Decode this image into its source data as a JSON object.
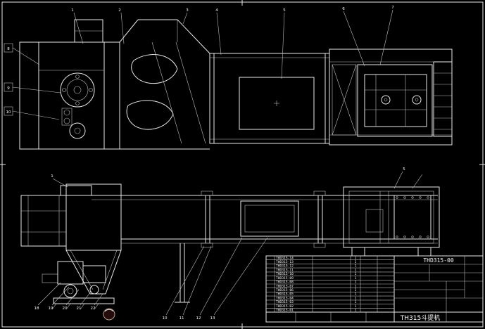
{
  "colors": {
    "background": "#000000",
    "line": "#e8e8e8",
    "dim_line": "#bdbdbd"
  },
  "title_block": {
    "drawing_number": "THD315-00",
    "drawing_name": "TH315斗提机"
  },
  "bom": {
    "rows": [
      {
        "code": "THD315-14",
        "qty": "1"
      },
      {
        "code": "THD315-13",
        "qty": "1"
      },
      {
        "code": "THD315-12",
        "qty": "1"
      },
      {
        "code": "THD315-11",
        "qty": "1"
      },
      {
        "code": "THD315-10",
        "qty": "1"
      },
      {
        "code": "THD315-09",
        "qty": "1"
      },
      {
        "code": "THD315-08",
        "qty": "1"
      },
      {
        "code": "THD315-07",
        "qty": "1"
      },
      {
        "code": "THD315-06",
        "qty": "1"
      },
      {
        "code": "THD315-05",
        "qty": "1"
      },
      {
        "code": "THD315-04",
        "qty": "1"
      },
      {
        "code": "THD315-03",
        "qty": "1"
      },
      {
        "code": "THD315-02",
        "qty": "1"
      },
      {
        "code": "THD315-01",
        "qty": "1"
      }
    ]
  },
  "callouts": {
    "top_view_top": [
      "1",
      "2",
      "3",
      "4",
      "5",
      "6",
      "7"
    ],
    "top_view_left": [
      "8",
      "9",
      "10"
    ],
    "bottom_view_top": [
      "1",
      "5"
    ],
    "bottom_view_bottom_left": [
      "18",
      "19",
      "20",
      "21",
      "22"
    ],
    "bottom_view_bottom_mid": [
      "10",
      "11",
      "12",
      "13"
    ]
  }
}
